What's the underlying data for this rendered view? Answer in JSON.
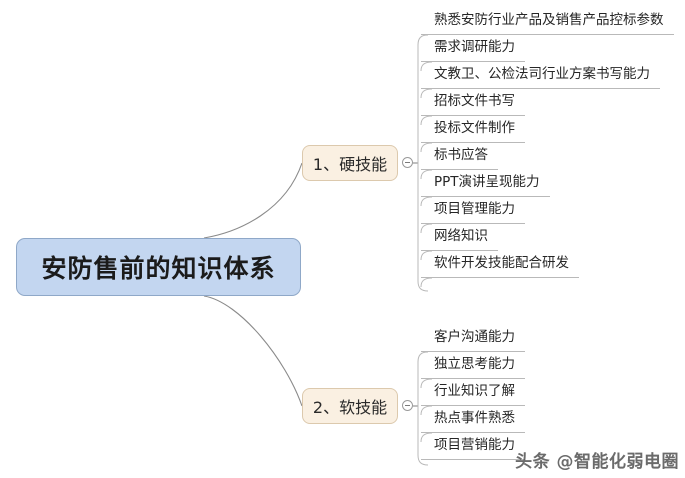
{
  "diagram": {
    "type": "mind-map",
    "background_color": "#ffffff",
    "root": {
      "label": "安防售前的知识体系",
      "fill_color": "#c3d6f0",
      "border_color": "#8fa8c8"
    },
    "branches": [
      {
        "label": "1、硬技能",
        "fill_color": "#faf0e2",
        "border_color": "#dcc9ad",
        "toggle_state": "expanded",
        "toggle_icon": "minus-circle-icon",
        "leaves": [
          "熟悉安防行业产品及销售产品控标参数",
          "需求调研能力",
          "文教卫、公检法司行业方案书写能力",
          "招标文件书写",
          "投标文件制作",
          "标书应答",
          "PPT演讲呈现能力",
          "项目管理能力",
          "网络知识",
          "软件开发技能配合研发"
        ]
      },
      {
        "label": "2、软技能",
        "fill_color": "#faf0e2",
        "border_color": "#dcc9ad",
        "toggle_state": "expanded",
        "toggle_icon": "minus-circle-icon",
        "leaves": [
          "客户沟通能力",
          "独立思考能力",
          "行业知识了解",
          "热点事件熟悉",
          "项目营销能力"
        ]
      }
    ],
    "edge_color": "#8a8a8a",
    "leaf_underline_color": "#b9b9b9"
  },
  "watermark": {
    "text": "头条 @智能化弱电圈"
  }
}
